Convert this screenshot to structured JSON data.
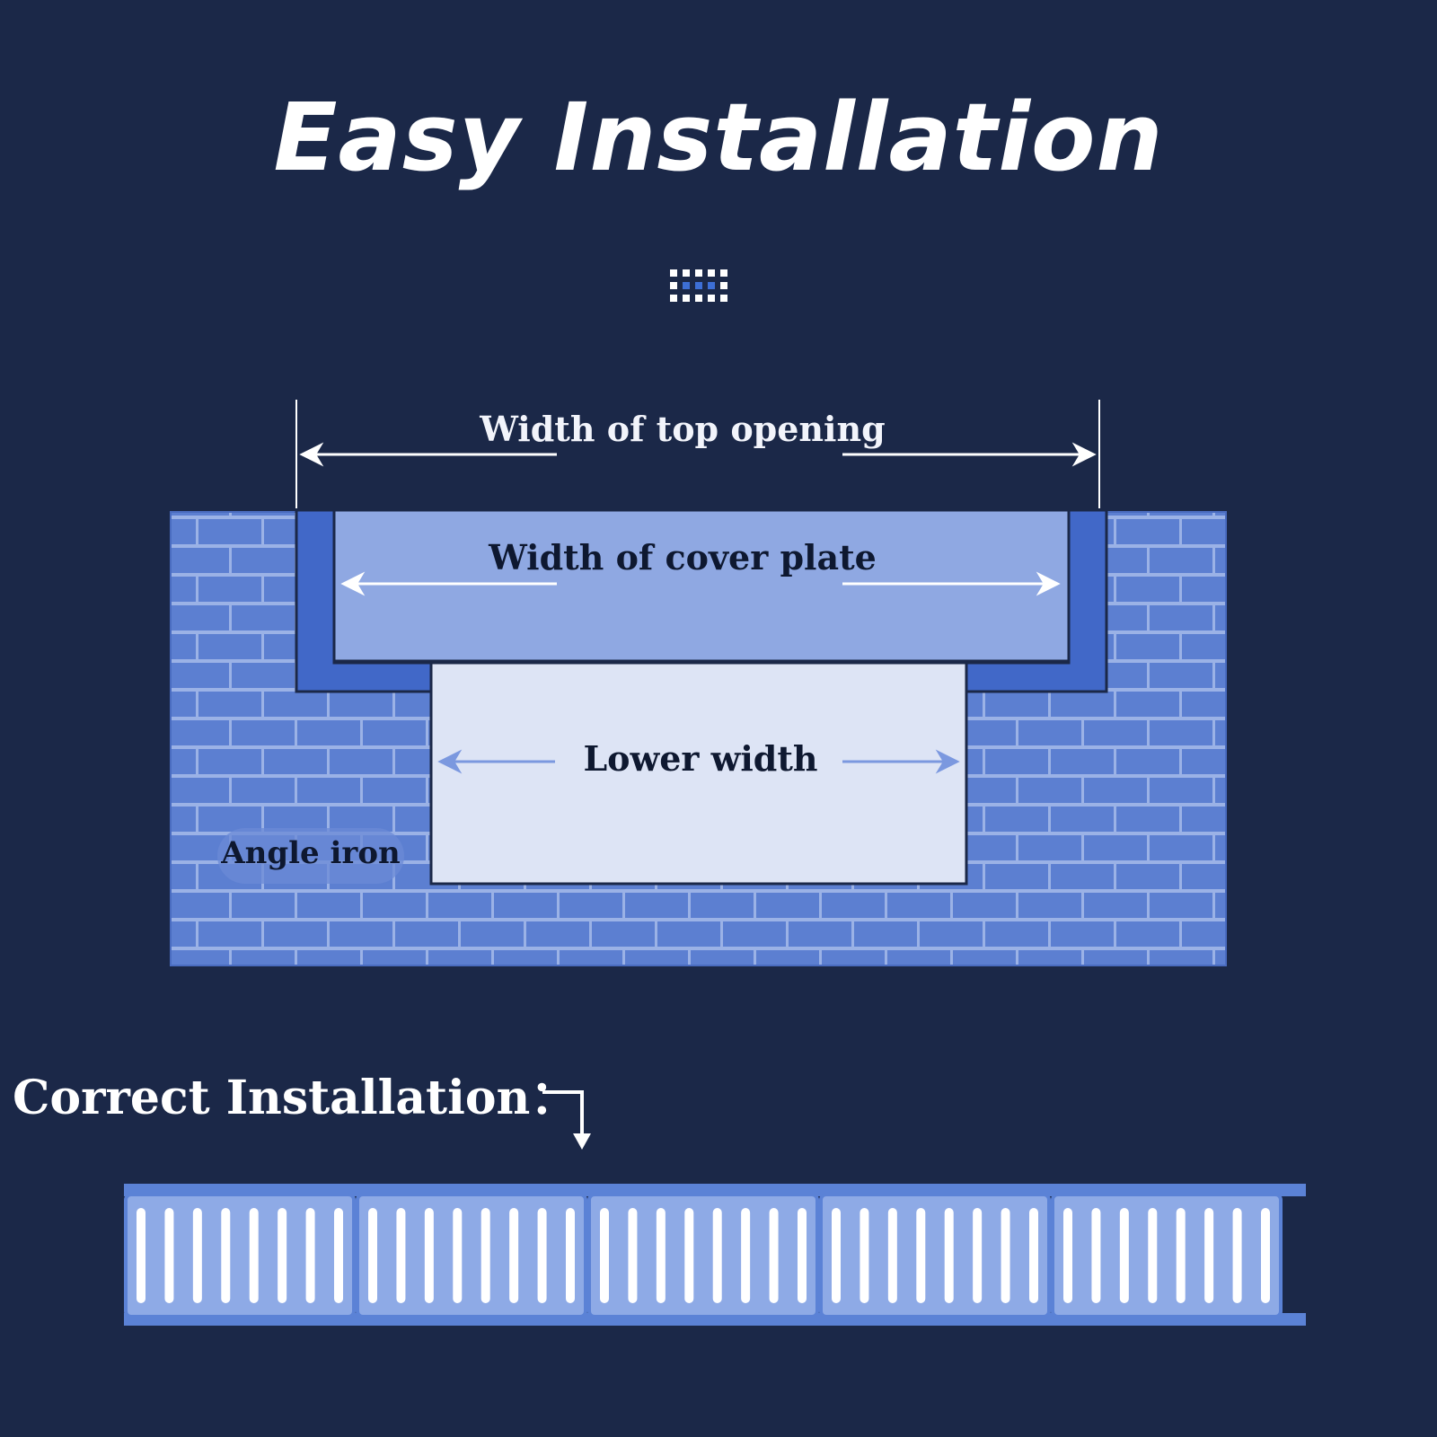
{
  "title": "Easy Installation",
  "labels": {
    "top_opening": "Width of top opening",
    "cover_plate": "Width of cover plate",
    "lower_width": "Lower width",
    "angle_iron": "Angle iron"
  },
  "correct_installation": "Correct Installation：",
  "colors": {
    "background": "#1b2848",
    "brick": "#5c7fd1",
    "mortar": "#9bb2e6",
    "angle_iron": "#4168c8",
    "cover_plate": "#8fa8e2",
    "lower_opening": "#dde4f5",
    "grate_frame": "#5b82d6",
    "grate_panel": "#8eaae6",
    "slot": "#ffffff"
  },
  "grate": {
    "panel_count": 5,
    "slots_per_panel": 8
  }
}
